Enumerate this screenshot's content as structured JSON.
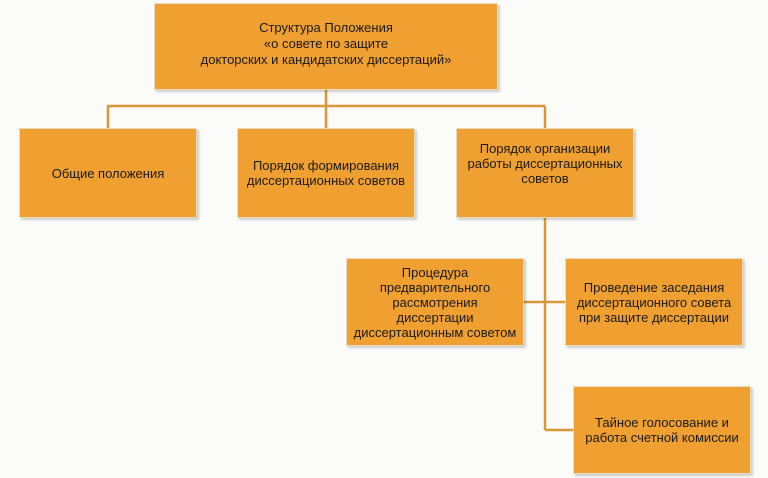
{
  "diagram": {
    "root": {
      "text": "Структура Положения\n«о совете по защите\nдокторских и кандидатских диссертаций»"
    },
    "level1": [
      {
        "text": "Общие положения"
      },
      {
        "text": "Порядок формирования\nдиссертационных советов"
      },
      {
        "text": "Порядок организации\nработы диссертационных\nсоветов"
      }
    ],
    "level2": [
      {
        "text": "Процедура\nпредварительного\nрассмотрения диссертации\nдиссертационным советом"
      },
      {
        "text": "Проведение заседания\nдиссертационного совета\nпри защите диссертации"
      },
      {
        "text": "Тайное голосование и\nработа счетной комиссии"
      }
    ],
    "colors": {
      "box_fill": "#f0a030",
      "connector": "#d89838",
      "background": "#fbfbf9"
    }
  }
}
